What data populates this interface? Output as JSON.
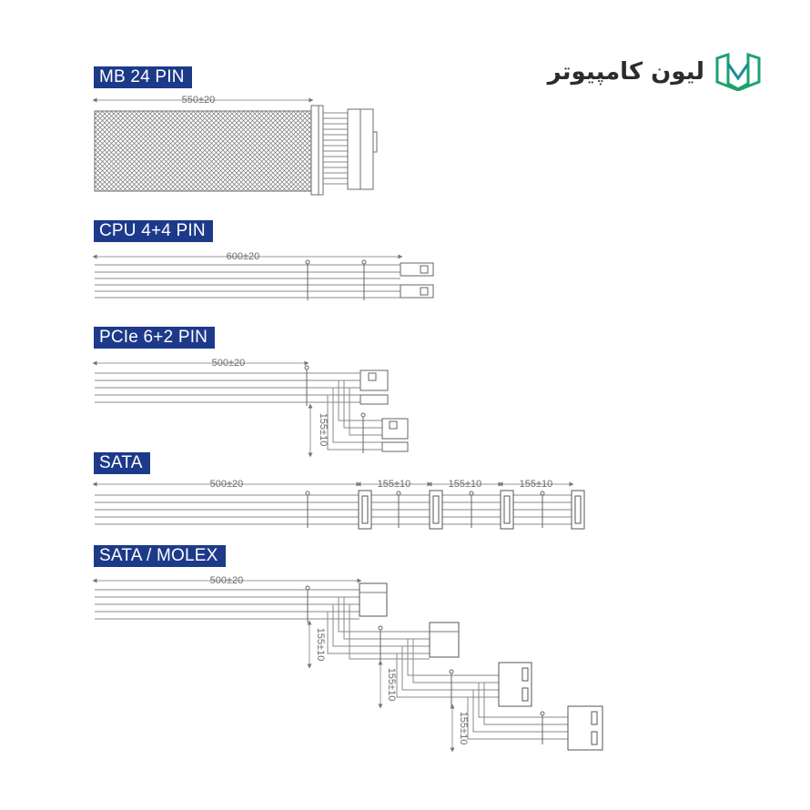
{
  "brand": {
    "name": "لیون کامپیوتر",
    "logo_icon": "lion-shield-logo-icon",
    "logo_colors": [
      "#1aa36e",
      "#1d8c9a"
    ]
  },
  "colors": {
    "label_bg": "#1d3a8a",
    "line": "#8a8a8a",
    "text_dim": "#6b6b6b"
  },
  "sections": [
    {
      "label": "MB 24 PIN",
      "dims": [
        "550±20"
      ]
    },
    {
      "label": "CPU 4+4 PIN",
      "dims": [
        "600±20"
      ]
    },
    {
      "label": "PCIe 6+2 PIN",
      "dims": [
        "500±20",
        "155±10"
      ]
    },
    {
      "label": "SATA",
      "dims": [
        "500±20",
        "155±10",
        "155±10",
        "155±10"
      ]
    },
    {
      "label": "SATA / MOLEX",
      "dims": [
        "500±20",
        "155±10",
        "155±10",
        "155±10"
      ]
    }
  ]
}
